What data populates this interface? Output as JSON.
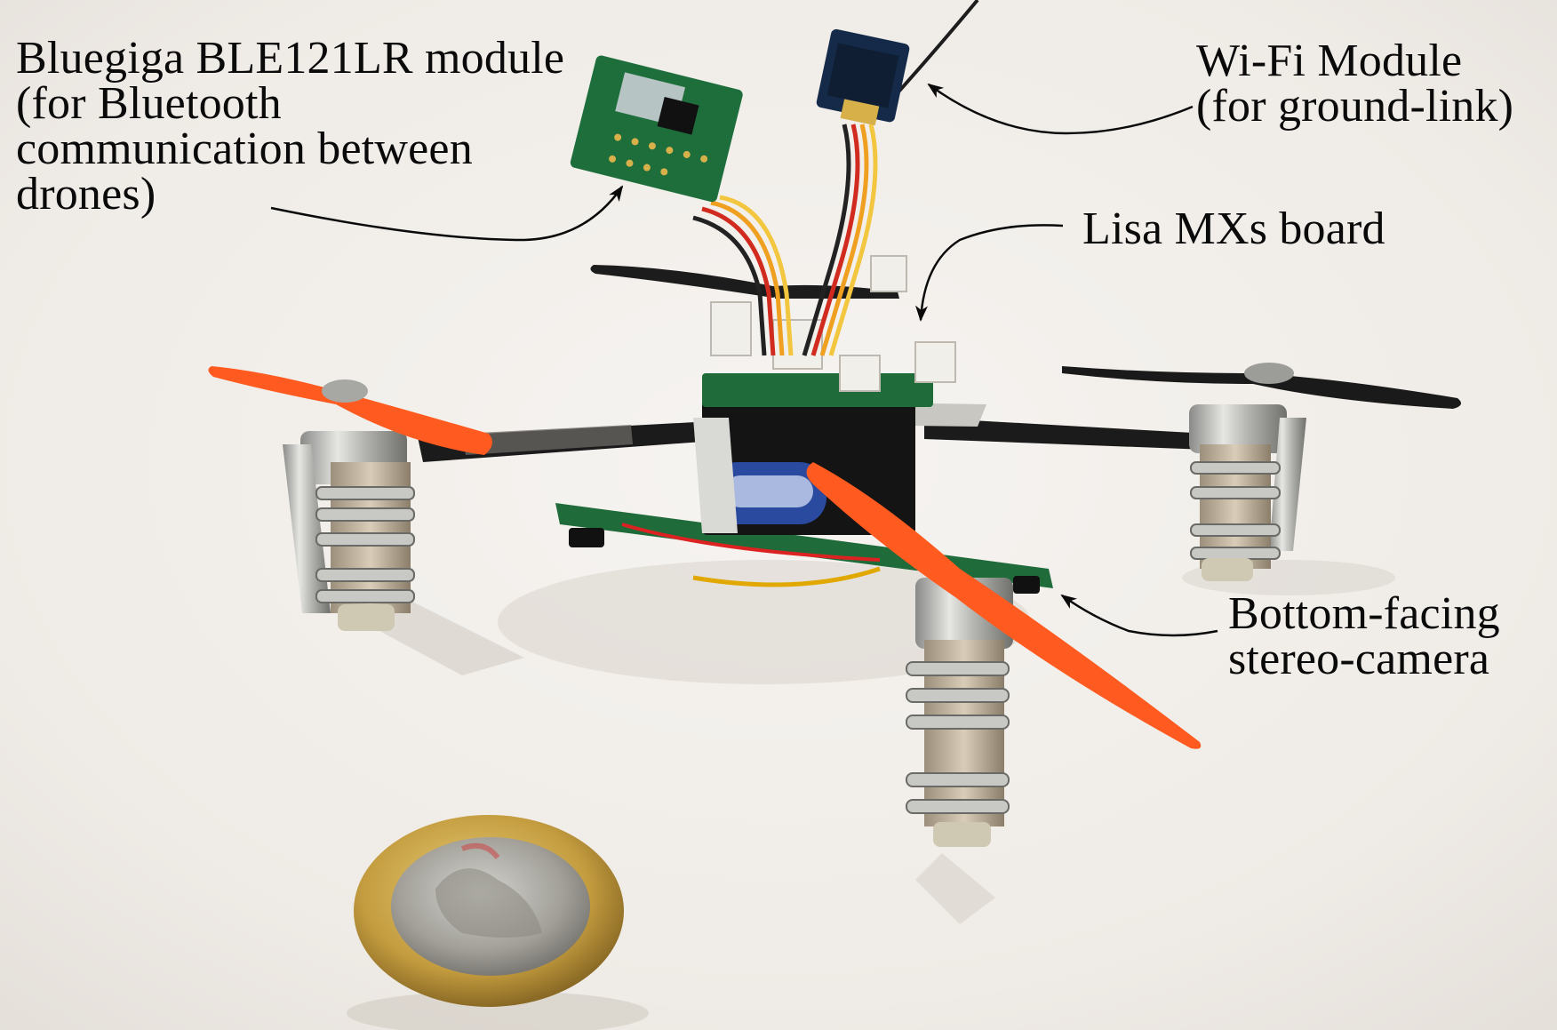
{
  "annotations": {
    "ble_module": {
      "lines": [
        "Bluegiga BLE121LR module",
        "(for Bluetooth",
        "communication between",
        "drones)"
      ]
    },
    "wifi_module": {
      "lines": [
        "Wi-Fi Module",
        "(for ground-link)"
      ]
    },
    "lisa_board": {
      "lines": [
        "Lisa MXs board"
      ]
    },
    "stereo_camera": {
      "lines": [
        "Bottom-facing",
        "stereo-camera"
      ]
    }
  },
  "colors": {
    "background": "#f3f1ee",
    "propeller_orange": "#ff5a1f",
    "propeller_black": "#1c1c1c",
    "pcb_green": "#1f6b3a",
    "coin_gold": "#c9a64a",
    "coin_silver": "#a9a8a4",
    "annotation_text": "#0a0a0a"
  }
}
